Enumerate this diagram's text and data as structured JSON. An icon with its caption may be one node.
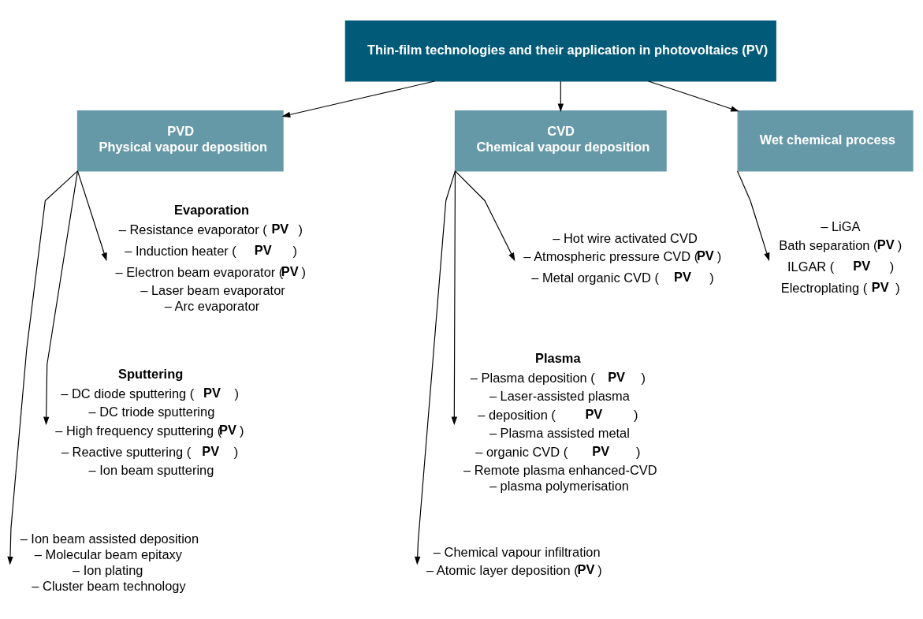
{
  "diagram": {
    "nodes": [
      {
        "text": [
          "Thin-film technologies and their application in photovoltaics (PV)"
        ]
      },
      {
        "text": [
          "PVD",
          "Physical vapour deposition"
        ]
      },
      {
        "text": [
          "CVD",
          "Chemical vapour deposition"
        ]
      },
      {
        "text": [
          "Wet chemical process"
        ]
      },
      {
        "text": [
          "Evaporation",
          "– Resistance evaporator (**PV**)",
          "– Induction heater (**PV**)",
          "– Electron beam evaporator (**PV**)",
          "– Laser beam evaporator",
          "– Arc evaporator"
        ]
      },
      {
        "text": [
          "Sputtering",
          "– DC diode sputtering (**PV**)",
          "– DC triode sputtering",
          "– High frequency sputtering (**PV**)",
          "– Reactive sputtering (**PV**)",
          "– Ion beam sputtering"
        ]
      },
      {
        "text": [
          "– Ion beam assisted deposition",
          "– Molecular beam epitaxy",
          "– Ion plating",
          "– Cluster beam technology"
        ]
      },
      {
        "text": [
          "– Hot wire activated CVD",
          "– Atmospheric pressure CVD (**PV**)",
          "– Metal organic CVD (**PV**)"
        ]
      },
      {
        "text": [
          "Plasma",
          "– Plasma deposition (**PV**)",
          "– Laser-assisted plasma",
          "– deposition (**PV**)",
          "– Plasma assisted metal",
          "– organic CVD (**PV**)",
          "– Remote plasma enhanced-CVD",
          "– plasma polymerisation"
        ]
      },
      {
        "text": [
          "– Chemical vapour infiltration",
          "– Atomic layer deposition (**PV**)"
        ]
      },
      {
        "text": [
          "– LiGA",
          "Bath separation (**PV**)",
          "ILGAR (**PV**)",
          "Electroplating (**PV**)"
        ]
      }
    ],
    "edges": [
      {
        "from": 0,
        "to": 1,
        "arrow": "to"
      },
      {
        "from": 0,
        "to": 2,
        "arrow": "to"
      },
      {
        "from": 0,
        "to": 3,
        "arrow": "to"
      },
      {
        "from": 1,
        "to": 4,
        "arrow": "to"
      },
      {
        "from": 1,
        "to": 5,
        "arrow": "to"
      },
      {
        "from": 1,
        "to": 6,
        "arrow": "to"
      },
      {
        "from": 2,
        "to": 7,
        "arrow": "to"
      },
      {
        "from": 2,
        "to": 8,
        "arrow": "to"
      },
      {
        "from": 2,
        "to": 9,
        "arrow": "to"
      },
      {
        "from": 3,
        "to": 10,
        "arrow": "to"
      }
    ]
  }
}
